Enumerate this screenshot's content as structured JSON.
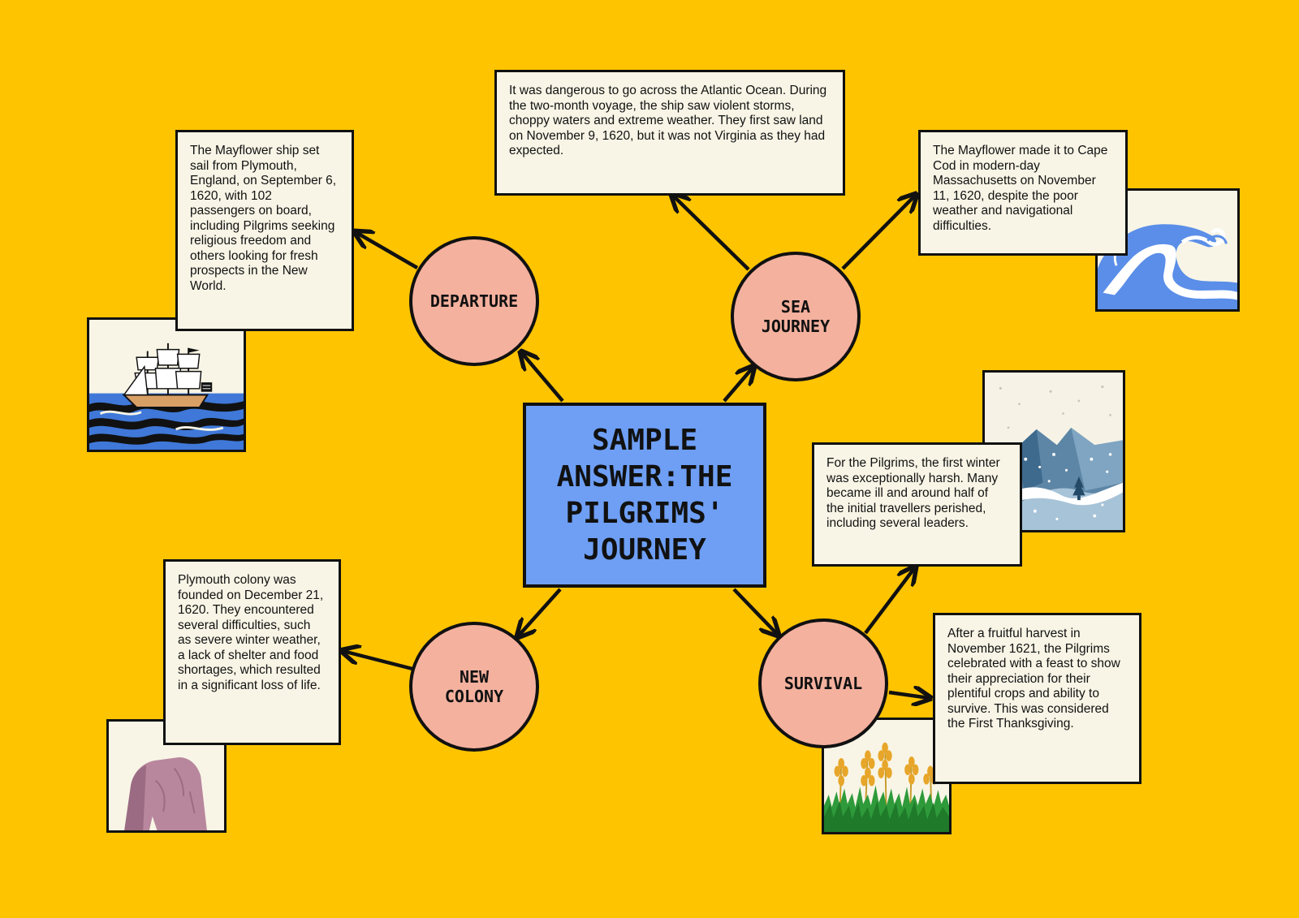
{
  "title": "SAMPLE\nANSWER:THE\nPILGRIMS'\nJOURNEY",
  "topics": [
    {
      "id": "departure",
      "label": "DEPARTURE"
    },
    {
      "id": "sea-journey",
      "label": "SEA\nJOURNEY"
    },
    {
      "id": "new-colony",
      "label": "NEW\nCOLONY"
    },
    {
      "id": "survival",
      "label": "SURVIVAL"
    }
  ],
  "notes": {
    "departure": "The Mayflower ship set sail from Plymouth, England, on September 6, 1620, with 102 passengers on board, including Pilgrims seeking religious freedom and others looking for fresh prospects in the New World.",
    "sea_voyage": "It was dangerous to go across the Atlantic Ocean. During the two-month voyage, the ship saw violent storms, choppy waters and extreme weather.  They first saw land on November 9, 1620, but it was not Virginia as they had expected.",
    "sea_arrival": "The Mayflower made it to Cape Cod in modern-day Massachusetts on November 11, 1620, despite the poor weather and navigational difficulties.",
    "new_colony": "Plymouth colony was founded on December 21, 1620. They encountered several difficulties, such as severe winter weather, a lack of shelter and food shortages, which resulted in a significant loss of life.",
    "survival_winter": "For the Pilgrims, the first winter was exceptionally harsh. Many became ill and around half of the initial travellers perished, including several leaders.",
    "survival_harvest": "After a fruitful harvest in November 1621, the Pilgrims celebrated with a feast to show their appreciation for their plentiful crops and ability to survive. This was considered the First Thanksgiving."
  },
  "icons": {
    "ship": "ship-icon",
    "wave": "wave-icon",
    "snow_mountain": "snowy-mountain-icon",
    "rock": "plymouth-rock-icon",
    "wheat": "wheat-field-icon"
  },
  "colors": {
    "background": "#ffc400",
    "center": "#6e9ff5",
    "topic": "#f4b19e",
    "note": "#f8f5e6",
    "outline": "#111111"
  }
}
